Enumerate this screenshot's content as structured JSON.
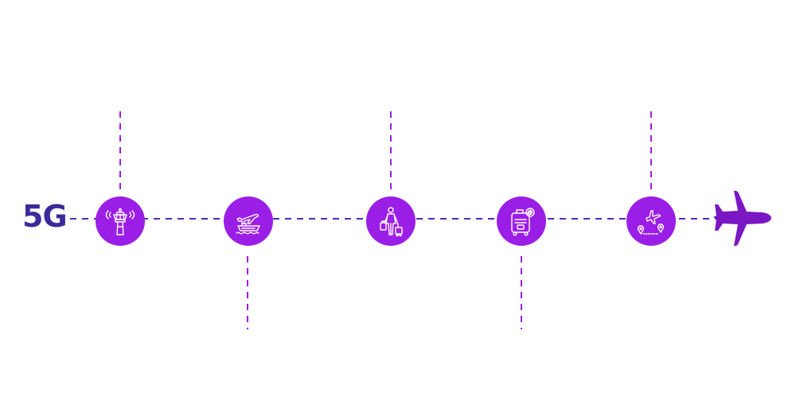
{
  "diagram": {
    "label": "5G",
    "colors": {
      "label": "#3b2a9b",
      "main_line": "#4a2cb8",
      "branch_line": "#9b1ee6",
      "node_fill": "#9b1ee6",
      "icon_stroke": "#ffffff",
      "plane_fill": "#7a16c2"
    },
    "nodes": [
      {
        "icon": "control-tower-icon",
        "branch": "up"
      },
      {
        "icon": "airplane-ship-icon",
        "branch": "down"
      },
      {
        "icon": "traveler-luggage-icon",
        "branch": "up"
      },
      {
        "icon": "smart-luggage-icon",
        "branch": "down"
      },
      {
        "icon": "flight-route-icon",
        "branch": "up"
      }
    ],
    "end_icon": "airplane-icon"
  }
}
